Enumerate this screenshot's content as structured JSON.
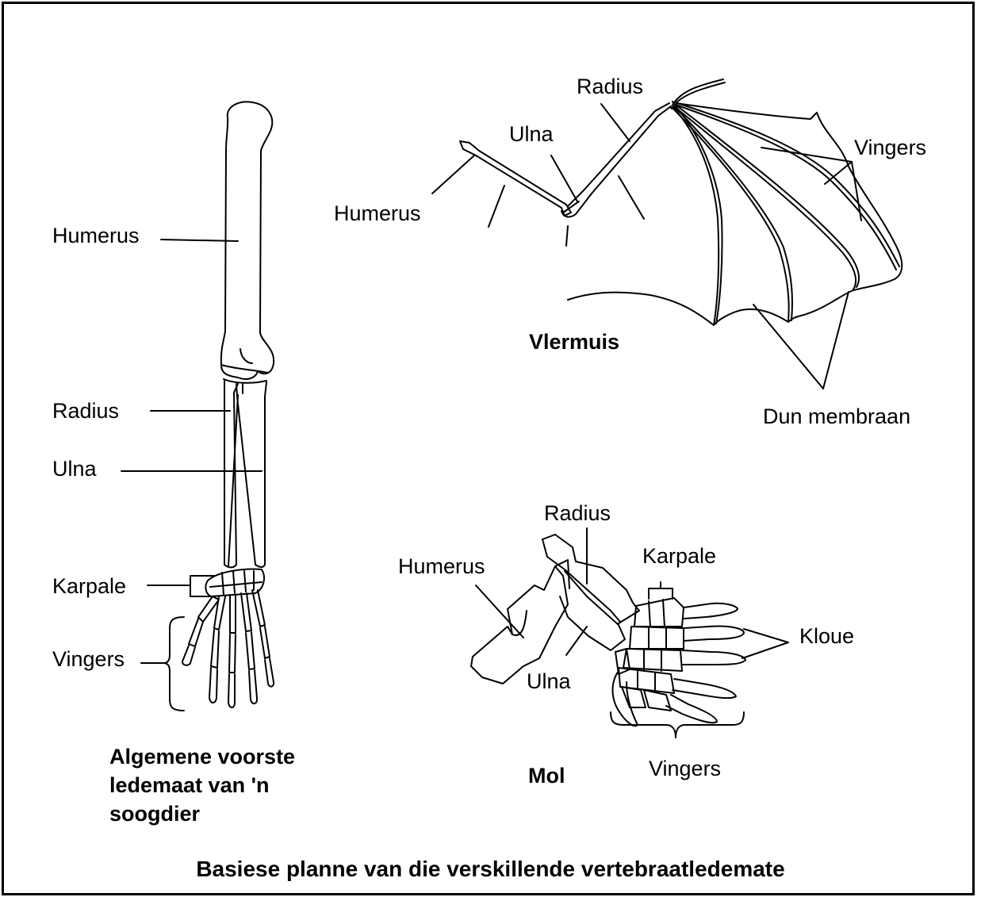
{
  "mammal": {
    "caption": "Algemene voorste ledemaat van 'n soogdier",
    "labels": {
      "humerus": "Humerus",
      "radius": "Radius",
      "ulna": "Ulna",
      "karpale": "Karpale",
      "vingers": "Vingers"
    }
  },
  "bat": {
    "caption": "Vlermuis",
    "labels": {
      "radius": "Radius",
      "ulna": "Ulna",
      "humerus": "Humerus",
      "vingers": "Vingers",
      "membraan": "Dun membraan"
    }
  },
  "mole": {
    "caption": "Mol",
    "labels": {
      "radius": "Radius",
      "humerus": "Humerus",
      "karpale": "Karpale",
      "kloue": "Kloue",
      "ulna": "Ulna",
      "vingers": "Vingers"
    }
  },
  "footer": "Basiese planne van die verskillende vertebraatledemate"
}
